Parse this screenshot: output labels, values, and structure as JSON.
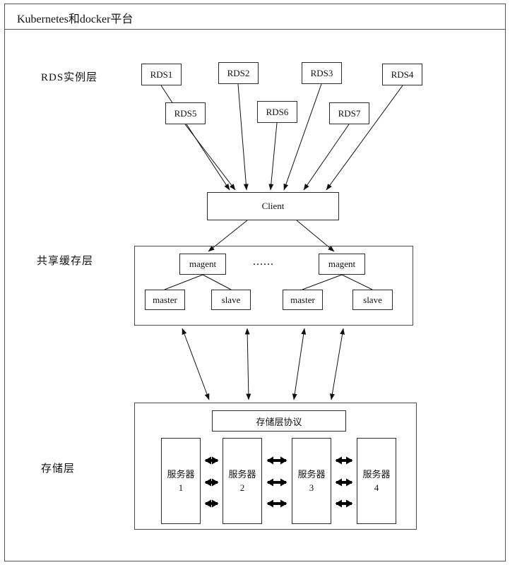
{
  "title": "Kubernetes和docker平台",
  "layer_labels": {
    "rds": "RDS实例层",
    "cache": "共享缓存层",
    "storage": "存储层"
  },
  "rds_nodes": [
    {
      "label": "RDS1"
    },
    {
      "label": "RDS2"
    },
    {
      "label": "RDS3"
    },
    {
      "label": "RDS4"
    },
    {
      "label": "RDS5"
    },
    {
      "label": "RDS6"
    },
    {
      "label": "RDS7"
    }
  ],
  "client": {
    "label": "Client"
  },
  "cache_layer": {
    "ellipsis": "......",
    "magents": [
      {
        "label": "magent"
      },
      {
        "label": "magent"
      }
    ],
    "nodes": [
      {
        "label": "master"
      },
      {
        "label": "slave"
      },
      {
        "label": "master"
      },
      {
        "label": "slave"
      }
    ]
  },
  "storage_layer": {
    "protocol": {
      "label": "存储层协议"
    },
    "servers": [
      {
        "name": "服务器",
        "num": "1"
      },
      {
        "name": "服务器",
        "num": "2"
      },
      {
        "name": "服务器",
        "num": "3"
      },
      {
        "name": "服务器",
        "num": "4"
      }
    ]
  }
}
